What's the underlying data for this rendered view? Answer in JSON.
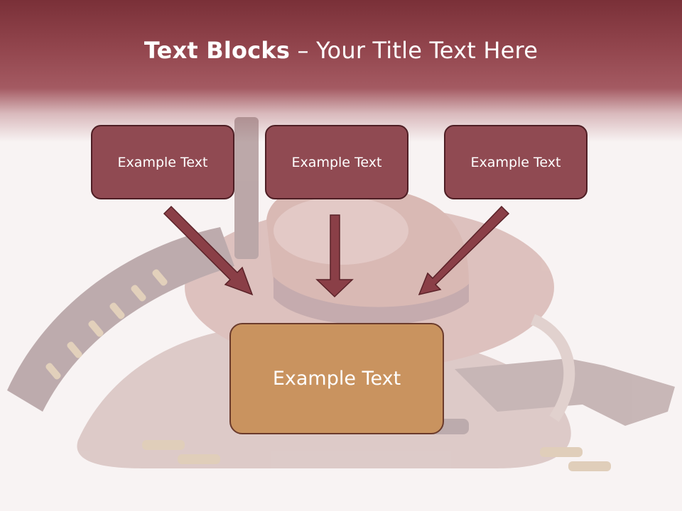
{
  "title": {
    "bold": "Text Blocks",
    "dash": " – ",
    "rest": "Your Title Text Here"
  },
  "boxes": {
    "left": "Example Text",
    "middle": "Example Text",
    "right": "Example Text",
    "center": "Example Text"
  },
  "colors": {
    "header": "#7a3038",
    "box_fill": "#904a52",
    "box_border": "#4e1e24",
    "center_fill": "#c9935f",
    "arrow": "#8a3f47"
  }
}
